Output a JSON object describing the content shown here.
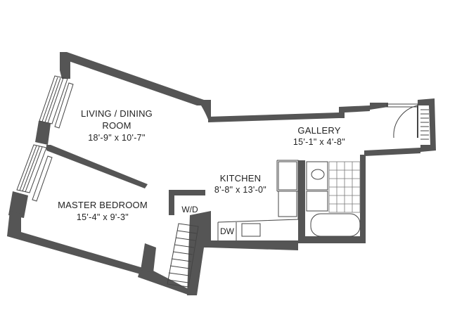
{
  "rooms": {
    "living": {
      "name_line1": "LIVING / DINING",
      "name_line2": "ROOM",
      "dims": "18'-9\" x 10'-7\""
    },
    "bedroom": {
      "name": "MASTER BEDROOM",
      "dims": "15'-4\" x 9'-3\""
    },
    "kitchen": {
      "name": "KITCHEN",
      "dims": "8'-8\" x 13'-0\""
    },
    "gallery": {
      "name": "GALLERY",
      "dims": "15'-1\" x 4'-8\""
    }
  },
  "fixtures": {
    "washer_dryer": "W/D",
    "dishwasher": "DW"
  },
  "colors": {
    "wall": "#555555",
    "line": "#444444",
    "background": "#ffffff"
  }
}
